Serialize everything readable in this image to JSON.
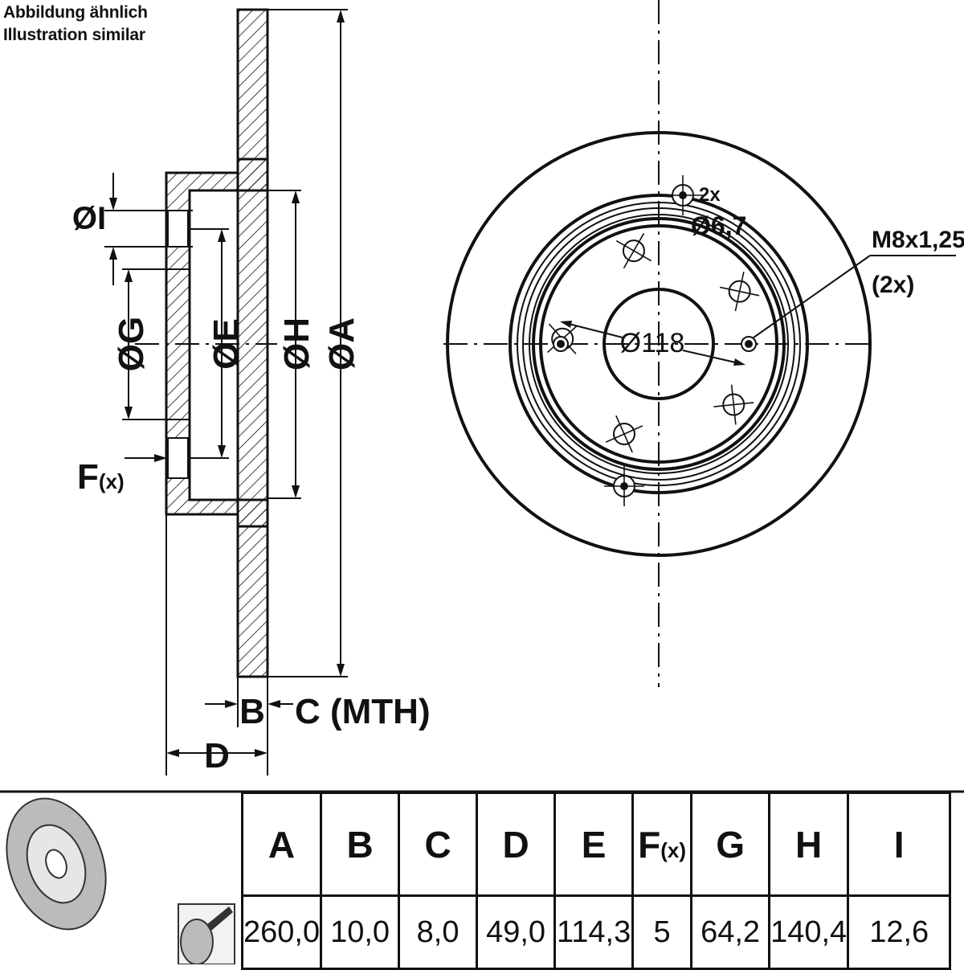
{
  "notes": {
    "line1": "Abbildung ähnlich",
    "line2": "Illustration similar"
  },
  "side_view": {
    "label_I": "ØI",
    "label_G": "ØG",
    "label_E": "ØE",
    "label_H": "ØH",
    "label_A": "ØA",
    "label_F": "F",
    "label_F_suffix": "(x)",
    "label_B": "B",
    "label_C": "C (MTH)",
    "label_D": "D"
  },
  "front_view": {
    "hole_count_note": "2x",
    "hole_diameter": "Ø6,7",
    "thread_spec": "M8x1,25",
    "thread_count": "(2x)",
    "pcd_label": "Ø118"
  },
  "spec_table": {
    "headers": [
      "A",
      "B",
      "C",
      "D",
      "E",
      "F",
      "G",
      "H",
      "I"
    ],
    "header_F_suffix": "(x)",
    "values": [
      "260,0",
      "10,0",
      "8,0",
      "49,0",
      "114,3",
      "5",
      "64,2",
      "140,4",
      "12,6"
    ]
  }
}
